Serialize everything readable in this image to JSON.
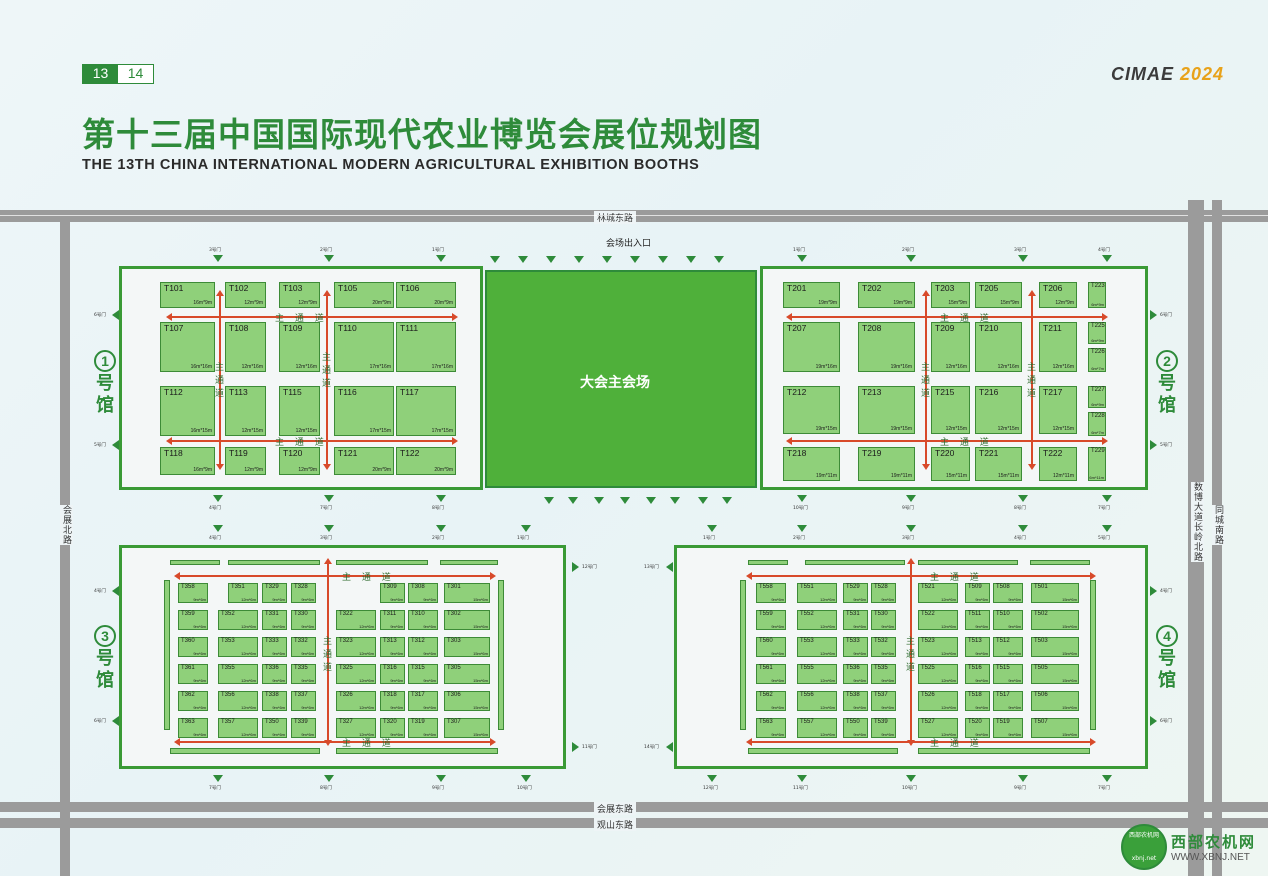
{
  "header": {
    "page_numbers": [
      "13",
      "14"
    ],
    "brand_a": "CIMAE",
    "brand_b": "2024",
    "title_cn": "第十三届中国国际现代农业博览会展位规划图",
    "title_en": "THE 13TH CHINA INTERNATIONAL MODERN AGRICULTURAL EXHIBITION BOOTHS"
  },
  "roads": {
    "north": "林城东路",
    "south_1": "会展东路",
    "south_2": "观山东路",
    "west": "会展北路",
    "east_1": "数博大道长岭北路",
    "east_2": "同城南路"
  },
  "venue_entrance": "会场出入口",
  "main_hall": {
    "label": "大会主会场"
  },
  "aisle_label": "主 通 道",
  "aisle_label_v": "主通道",
  "halls": {
    "h1": {
      "num": "1",
      "name_a": "号",
      "name_b": "馆"
    },
    "h2": {
      "num": "2",
      "name_a": "号",
      "name_b": "馆"
    },
    "h3": {
      "num": "3",
      "name_a": "号",
      "name_b": "馆"
    },
    "h4": {
      "num": "4",
      "name_a": "号",
      "name_b": "馆"
    }
  },
  "booths_h1": [
    {
      "code": "T101",
      "size": "16m*9m"
    },
    {
      "code": "T102",
      "size": "12m*9m"
    },
    {
      "code": "T103",
      "size": "12m*9m"
    },
    {
      "code": "T105",
      "size": "20m*9m"
    },
    {
      "code": "T106",
      "size": "20m*9m"
    },
    {
      "code": "T107",
      "size": "16m*16m"
    },
    {
      "code": "T108",
      "size": "12m*16m"
    },
    {
      "code": "T109",
      "size": "12m*16m"
    },
    {
      "code": "T110",
      "size": "17m*16m"
    },
    {
      "code": "T111",
      "size": "17m*16m"
    },
    {
      "code": "T112",
      "size": "16m*15m"
    },
    {
      "code": "T113",
      "size": "12m*15m"
    },
    {
      "code": "T115",
      "size": "12m*15m"
    },
    {
      "code": "T116",
      "size": "17m*15m"
    },
    {
      "code": "T117",
      "size": "17m*15m"
    },
    {
      "code": "T118",
      "size": "16m*9m"
    },
    {
      "code": "T119",
      "size": "12m*9m"
    },
    {
      "code": "T120",
      "size": "12m*9m"
    },
    {
      "code": "T121",
      "size": "20m*9m"
    },
    {
      "code": "T122",
      "size": "20m*9m"
    }
  ],
  "booths_h2": [
    {
      "code": "T201",
      "size": "19m*9m"
    },
    {
      "code": "T202",
      "size": "19m*9m"
    },
    {
      "code": "T203",
      "size": "15m*9m"
    },
    {
      "code": "T205",
      "size": "15m*9m"
    },
    {
      "code": "T206",
      "size": "12m*9m"
    },
    {
      "code": "T223",
      "size": "6m*9m"
    },
    {
      "code": "T207",
      "size": "19m*16m"
    },
    {
      "code": "T208",
      "size": "19m*16m"
    },
    {
      "code": "T209",
      "size": "12m*16m"
    },
    {
      "code": "T210",
      "size": "12m*16m"
    },
    {
      "code": "T211",
      "size": "12m*16m"
    },
    {
      "code": "T225",
      "size": "6m*9m"
    },
    {
      "code": "T226",
      "size": "6m*7m"
    },
    {
      "code": "T212",
      "size": "19m*15m"
    },
    {
      "code": "T213",
      "size": "19m*15m"
    },
    {
      "code": "T215",
      "size": "12m*15m"
    },
    {
      "code": "T216",
      "size": "12m*15m"
    },
    {
      "code": "T217",
      "size": "12m*15m"
    },
    {
      "code": "T227",
      "size": "6m*9m"
    },
    {
      "code": "T228",
      "size": "6m*7m"
    },
    {
      "code": "T218",
      "size": "19m*11m"
    },
    {
      "code": "T219",
      "size": "19m*11m"
    },
    {
      "code": "T220",
      "size": "15m*11m"
    },
    {
      "code": "T221",
      "size": "15m*11m"
    },
    {
      "code": "T222",
      "size": "12m*11m"
    },
    {
      "code": "T229",
      "size": "6m*11m"
    }
  ],
  "booths_h3": [
    [
      "T358",
      "T351",
      "T329",
      "T328",
      "T309",
      "T308",
      "T301"
    ],
    [
      "T359",
      "T352",
      "T331",
      "T330",
      "T322",
      "T311",
      "T310",
      "T302"
    ],
    [
      "T360",
      "T353",
      "T333",
      "T332",
      "T323",
      "T313",
      "T312",
      "T303"
    ],
    [
      "T361",
      "T355",
      "T336",
      "T335",
      "T325",
      "T316",
      "T315",
      "T305"
    ],
    [
      "T362",
      "T356",
      "T338",
      "T337",
      "T326",
      "T318",
      "T317",
      "T306"
    ],
    [
      "T363",
      "T357",
      "T350",
      "T339",
      "T327",
      "T320",
      "T319",
      "T307"
    ]
  ],
  "booths_h4": [
    [
      "T558",
      "T551",
      "T529",
      "T528",
      "T521",
      "T509",
      "T508",
      "T501"
    ],
    [
      "T559",
      "T552",
      "T531",
      "T530",
      "T522",
      "T511",
      "T510",
      "T502"
    ],
    [
      "T560",
      "T553",
      "T533",
      "T532",
      "T523",
      "T513",
      "T512",
      "T503"
    ],
    [
      "T561",
      "T555",
      "T536",
      "T535",
      "T525",
      "T516",
      "T515",
      "T505"
    ],
    [
      "T562",
      "T556",
      "T538",
      "T537",
      "T526",
      "T518",
      "T517",
      "T506"
    ],
    [
      "T563",
      "T557",
      "T550",
      "T539",
      "T527",
      "T520",
      "T519",
      "T507"
    ]
  ],
  "booth_sizes_small": {
    "a": "9m*6m",
    "b": "12m*6m",
    "c": "9m*6m",
    "d": "15m*6m"
  },
  "gates": [
    "1号门",
    "2号门",
    "3号门",
    "4号门",
    "5号门",
    "6号门",
    "7号门",
    "8号门",
    "9号门",
    "10号门",
    "11号门",
    "12号门",
    "13号门",
    "14号门"
  ],
  "watermark": {
    "circle_text": "西部农机网",
    "circle_sub": "xbnj.net",
    "name": "西部农机网",
    "url": "WWW.XBNJ.NET"
  },
  "colors": {
    "accent": "#2e8b3a",
    "booth": "#8fd07a",
    "aisle_arrow": "#d84a2a",
    "main_hall": "#4fb03a"
  }
}
